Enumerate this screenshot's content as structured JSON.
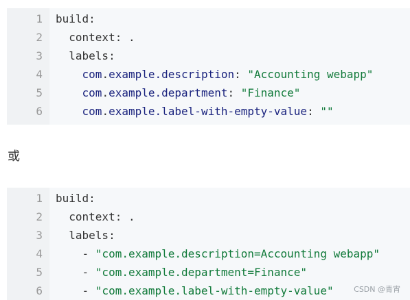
{
  "block1": {
    "line_numbers": [
      "1",
      "2",
      "3",
      "4",
      "5",
      "6"
    ],
    "lines": [
      {
        "indent": "",
        "key": "build",
        "sep": ":",
        "val": ""
      },
      {
        "indent": "  ",
        "key": "context",
        "sep": ":",
        "val": " ."
      },
      {
        "indent": "  ",
        "key": "labels",
        "sep": ":",
        "val": ""
      },
      {
        "indent": "    ",
        "ns": "com",
        "dot": ".",
        "name": "example.description",
        "sep": ": ",
        "str": "\"Accounting webapp\""
      },
      {
        "indent": "    ",
        "ns": "com",
        "dot": ".",
        "name": "example.department",
        "sep": ": ",
        "str": "\"Finance\""
      },
      {
        "indent": "    ",
        "ns": "com",
        "dot": ".",
        "name": "example.label-with-empty-value",
        "sep": ": ",
        "str": "\"\""
      }
    ]
  },
  "separator_text": "或",
  "block2": {
    "line_numbers": [
      "1",
      "2",
      "3",
      "4",
      "5",
      "6"
    ],
    "lines": [
      {
        "indent": "",
        "key": "build",
        "sep": ":",
        "val": ""
      },
      {
        "indent": "  ",
        "key": "context",
        "sep": ":",
        "val": " ."
      },
      {
        "indent": "  ",
        "key": "labels",
        "sep": ":",
        "val": ""
      },
      {
        "indent": "    ",
        "dash": "- ",
        "str": "\"com.example.description=Accounting webapp\""
      },
      {
        "indent": "    ",
        "dash": "- ",
        "str": "\"com.example.department=Finance\""
      },
      {
        "indent": "    ",
        "dash": "- ",
        "str": "\"com.example.label-with-empty-value\""
      }
    ]
  },
  "watermark": "CSDN @青宵"
}
